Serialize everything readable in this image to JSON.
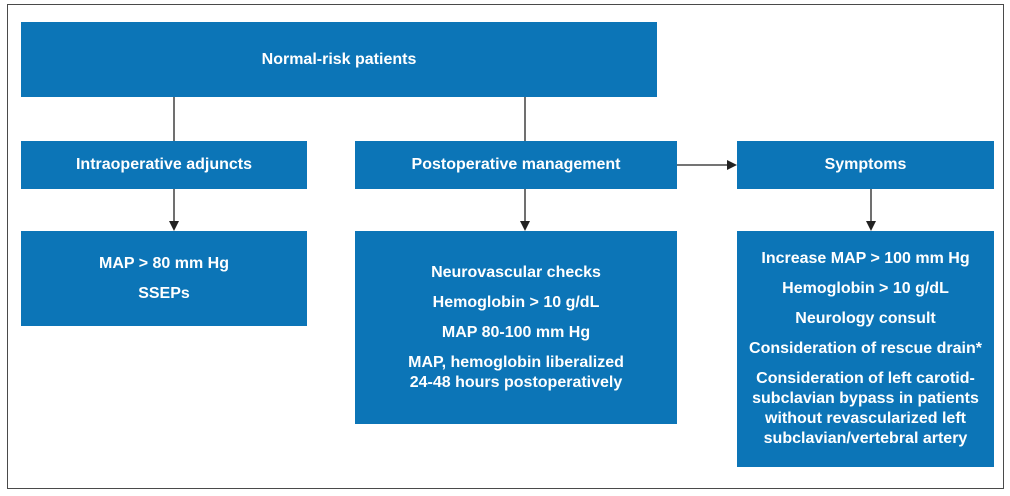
{
  "top": {
    "title": "Normal-risk patients"
  },
  "intraop": {
    "header": "Intraoperative adjuncts",
    "items": [
      "MAP > 80 mm Hg",
      "SSEPs"
    ]
  },
  "postop": {
    "header": "Postoperative management",
    "items": [
      "Neurovascular checks",
      "Hemoglobin > 10 g/dL",
      "MAP 80-100 mm Hg",
      "MAP, hemoglobin liberalized",
      "24-48 hours postoperatively"
    ]
  },
  "symptoms": {
    "header": "Symptoms",
    "items": [
      "Increase MAP > 100 mm Hg",
      "Hemoglobin > 10 g/dL",
      "Neurology consult",
      "Consideration of rescue drain*",
      "Consideration of left carotid-",
      "subclavian bypass in patients",
      "without revascularized left",
      "subclavian/vertebral artery"
    ]
  },
  "colors": {
    "box_fill": "#0c75b7",
    "text": "#ffffff",
    "line": "#222222"
  }
}
